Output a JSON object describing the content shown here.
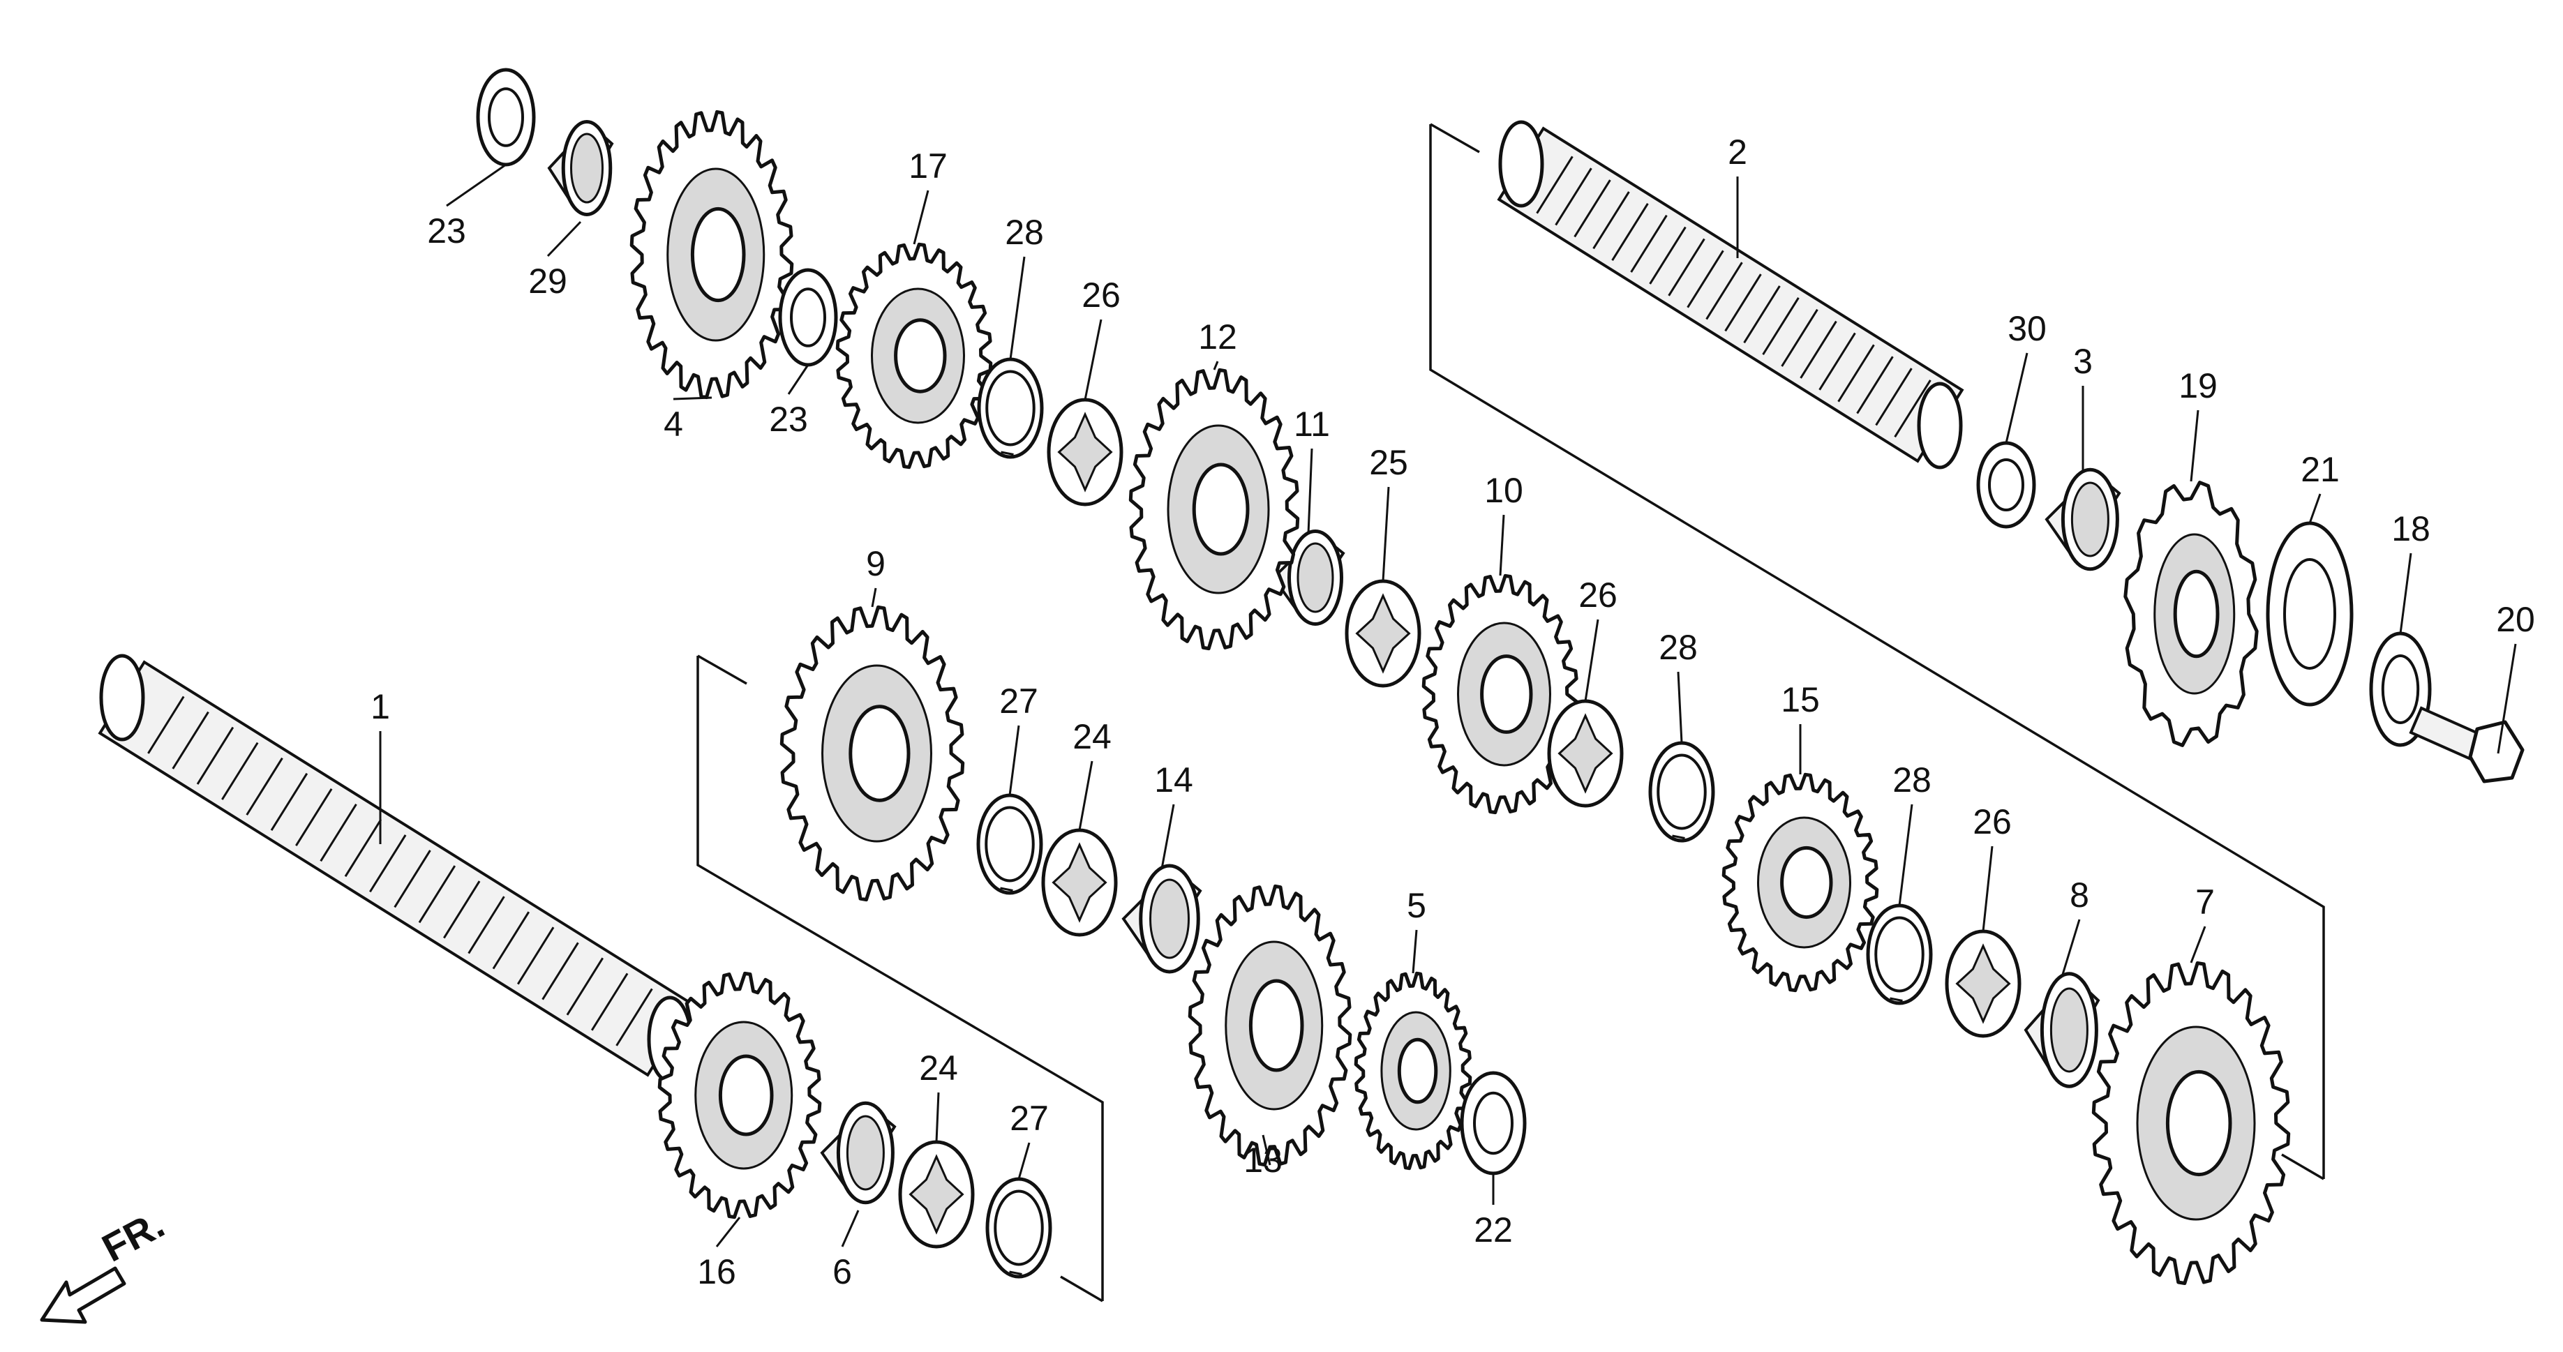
{
  "direction_label": "FR.",
  "parts": [
    {
      "number": "1",
      "kind": "shaft"
    },
    {
      "number": "2",
      "kind": "shaft"
    },
    {
      "number": "3",
      "kind": "collar"
    },
    {
      "number": "4",
      "kind": "gear"
    },
    {
      "number": "5",
      "kind": "gear"
    },
    {
      "number": "6",
      "kind": "bushing"
    },
    {
      "number": "7",
      "kind": "gear"
    },
    {
      "number": "8",
      "kind": "bushing"
    },
    {
      "number": "9",
      "kind": "gear"
    },
    {
      "number": "10",
      "kind": "gear"
    },
    {
      "number": "11",
      "kind": "bushing"
    },
    {
      "number": "12",
      "kind": "gear"
    },
    {
      "number": "13",
      "kind": "gear"
    },
    {
      "number": "14",
      "kind": "bushing"
    },
    {
      "number": "15",
      "kind": "gear"
    },
    {
      "number": "16",
      "kind": "gear"
    },
    {
      "number": "17",
      "kind": "gear"
    },
    {
      "number": "18",
      "kind": "washer"
    },
    {
      "number": "19",
      "kind": "sprocket"
    },
    {
      "number": "20",
      "kind": "bolt"
    },
    {
      "number": "21",
      "kind": "washer"
    },
    {
      "number": "22",
      "kind": "washer"
    },
    {
      "number": "23",
      "kind": "washer"
    },
    {
      "number": "23",
      "kind": "washer"
    },
    {
      "number": "24",
      "kind": "splined-washer"
    },
    {
      "number": "24",
      "kind": "splined-washer"
    },
    {
      "number": "25",
      "kind": "splined-washer"
    },
    {
      "number": "26",
      "kind": "splined-washer"
    },
    {
      "number": "26",
      "kind": "splined-washer"
    },
    {
      "number": "26",
      "kind": "splined-washer"
    },
    {
      "number": "27",
      "kind": "snap-ring"
    },
    {
      "number": "27",
      "kind": "snap-ring"
    },
    {
      "number": "28",
      "kind": "snap-ring"
    },
    {
      "number": "28",
      "kind": "snap-ring"
    },
    {
      "number": "28",
      "kind": "snap-ring"
    },
    {
      "number": "29",
      "kind": "needle-bearing"
    },
    {
      "number": "30",
      "kind": "washer"
    }
  ]
}
